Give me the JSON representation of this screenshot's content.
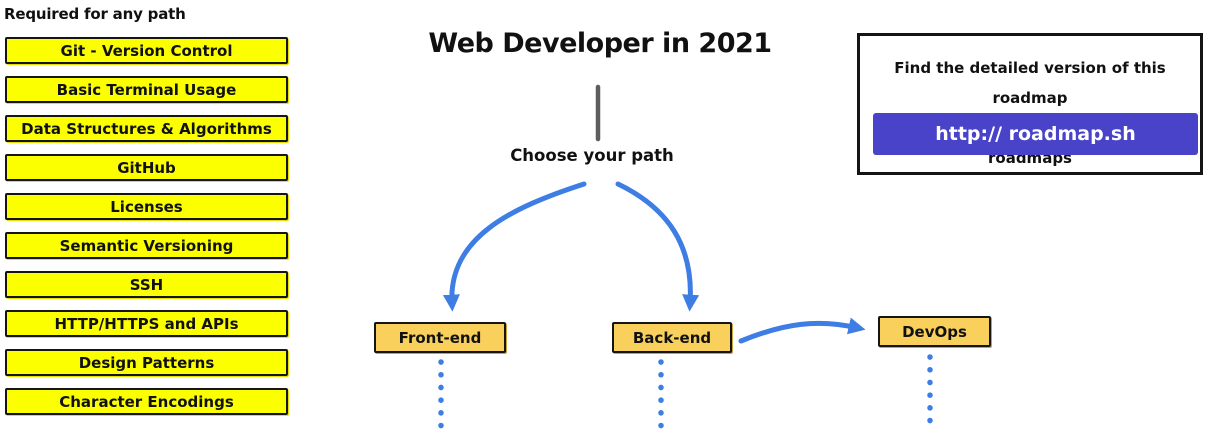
{
  "left_panel": {
    "header": "Required for any path",
    "topics": [
      "Git - Version Control",
      "Basic Terminal Usage",
      "Data Structures & Algorithms",
      "GitHub",
      "Licenses",
      "Semantic Versioning",
      "SSH",
      "HTTP/HTTPS and APIs",
      "Design Patterns",
      "Character Encodings"
    ]
  },
  "center": {
    "title": "Web Developer in 2021",
    "choose_label": "Choose your path",
    "paths": [
      "Front-end",
      "Back-end",
      "DevOps"
    ]
  },
  "info_box": {
    "line1": "Find the detailed version of this roadmap",
    "line2": "along with resources and other roadmaps",
    "button_label": "http:// roadmap.sh"
  },
  "colors": {
    "topic_yellow": "#FBFF00",
    "path_amber": "#FAD05C",
    "arrow_blue": "#3D7DE4",
    "button_purple": "#4843C8",
    "connector_gray": "#5E5E5E",
    "border_black": "#151515"
  }
}
